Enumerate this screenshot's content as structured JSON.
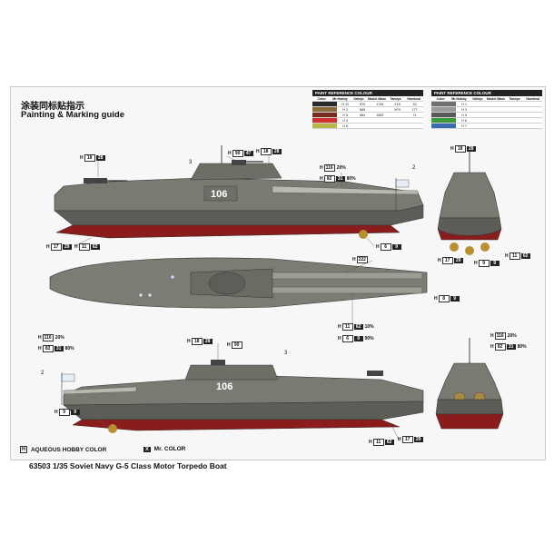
{
  "header": {
    "title_cn": "涂装同标贴指示",
    "title_en": "Painting & Marking guide"
  },
  "paint_reference": {
    "heading": "PAINT REFERENCE COLOUR",
    "columns": [
      "Color",
      "Mr.Hobby",
      "Vallejo",
      "Model Master",
      "Tamiya",
      "Humbrol"
    ],
    "left_rows": [
      {
        "name": "",
        "color": "#2a2a2a",
        "code": "H 12",
        "vallejo": "870",
        "model_master": "1749",
        "tamiya": "X18",
        "humbrol": "33"
      },
      {
        "name": "",
        "color": "#8a6a3a",
        "code": "H 2",
        "vallejo": "865",
        "model_master": "",
        "tamiya": "XF9",
        "humbrol": "177"
      },
      {
        "name": "",
        "color": "#7a2b20",
        "code": "H 9",
        "vallejo": "864",
        "model_master": "1652",
        "tamiya": "",
        "humbrol": "71"
      },
      {
        "name": "",
        "color": "#d03030",
        "code": "H 3",
        "vallejo": "",
        "model_master": "",
        "tamiya": "",
        "humbrol": ""
      },
      {
        "name": "",
        "color": "#b8b84a",
        "code": "H 8",
        "vallejo": "",
        "model_master": "",
        "tamiya": "",
        "humbrol": ""
      }
    ],
    "right_rows": [
      {
        "name": "",
        "color": "#707070",
        "code": "H 1",
        "vallejo": "",
        "model_master": "",
        "tamiya": "",
        "humbrol": ""
      },
      {
        "name": "",
        "color": "#9a9a9a",
        "code": "H 3",
        "vallejo": "",
        "model_master": "",
        "tamiya": "",
        "humbrol": ""
      },
      {
        "name": "",
        "color": "#5a5a5a",
        "code": "H 5",
        "vallejo": "",
        "model_master": "",
        "tamiya": "",
        "humbrol": ""
      },
      {
        "name": "",
        "color": "#3a9a3a",
        "code": "H 6",
        "vallejo": "",
        "model_master": "",
        "tamiya": "",
        "humbrol": ""
      },
      {
        "name": "",
        "color": "#3a6ab0",
        "code": "H 7",
        "vallejo": "",
        "model_master": "",
        "tamiya": "",
        "humbrol": ""
      }
    ]
  },
  "callouts": {
    "side_top": [
      {
        "h": "H",
        "box": "18",
        "blk": "28"
      },
      {
        "h": "H",
        "box": "90",
        "blk": "47"
      },
      {
        "h": "H",
        "box": "18",
        "blk": "28"
      },
      {
        "h": "H",
        "box": "116",
        "blk": "",
        "pct": "20%"
      },
      {
        "h": "H",
        "box": "82",
        "blk": "31",
        "pct": "80%"
      },
      {
        "h": "H",
        "box": "17",
        "blk": "29"
      },
      {
        "h": "H",
        "box": "11",
        "blk": "62"
      },
      {
        "h": "H",
        "box": "6",
        "blk": "9"
      }
    ],
    "front": [
      {
        "h": "H",
        "box": "18",
        "blk": "28"
      },
      {
        "h": "H",
        "box": "17",
        "blk": "29"
      },
      {
        "h": "H",
        "box": "9",
        "blk": "9"
      },
      {
        "h": "H",
        "box": "11",
        "blk": "62"
      }
    ],
    "top_view": [
      {
        "h": "H",
        "box": "222",
        "blk": ""
      },
      {
        "h": "H",
        "box": "8",
        "blk": "9"
      },
      {
        "h": "H",
        "box": "116",
        "blk": "",
        "pct": "20%"
      },
      {
        "h": "H",
        "box": "82",
        "blk": "31",
        "pct": "80%"
      },
      {
        "h": "H",
        "box": "11",
        "blk": "62",
        "pct": "10%"
      },
      {
        "h": "H",
        "box": "6",
        "blk": "9",
        "pct": "90%"
      }
    ],
    "side_bottom": [
      {
        "h": "H",
        "box": "18",
        "blk": "28"
      },
      {
        "h": "H",
        "box": "90",
        "blk": ""
      },
      {
        "h": "H",
        "box": "17",
        "blk": "29"
      },
      {
        "h": "H",
        "box": "11",
        "blk": "62"
      },
      {
        "h": "H",
        "box": "9",
        "blk": "9"
      }
    ],
    "rear": [
      {
        "h": "H",
        "box": "116",
        "blk": "",
        "pct": "20%"
      },
      {
        "h": "H",
        "box": "82",
        "blk": "31",
        "pct": "80%"
      }
    ]
  },
  "numbers": {
    "n1": "3",
    "n2": "2",
    "n3": "3",
    "n4": "2"
  },
  "hull_number": "106",
  "legend": {
    "aqueous_icon": "H",
    "aqueous_label": "AQUEOUS HOBBY COLOR",
    "mr_icon": "X",
    "mr_label": "Mr. COLOR"
  },
  "footer": {
    "text": "63503  1/35   Soviet Navy G-5 Class Motor Torpedo Boat"
  }
}
